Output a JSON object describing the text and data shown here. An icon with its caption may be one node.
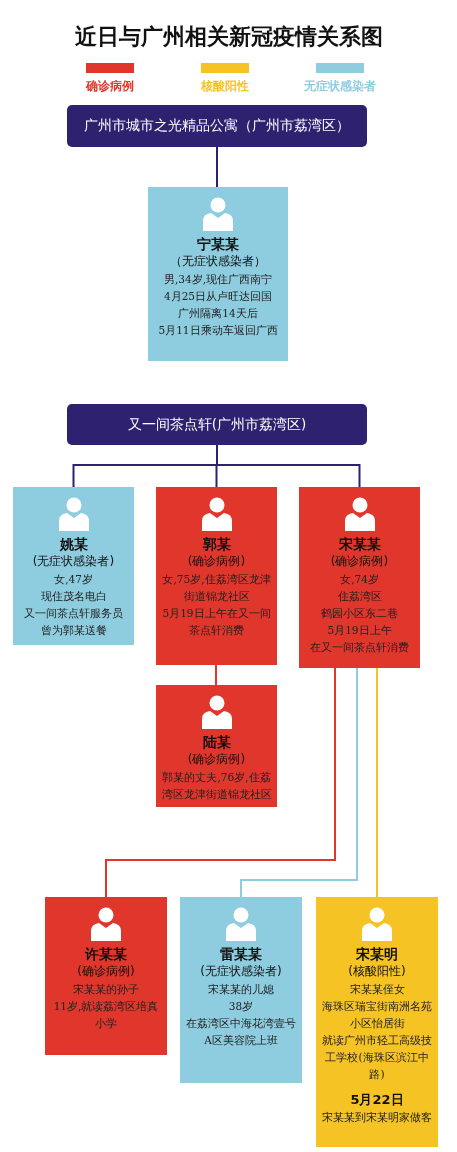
{
  "diagram": {
    "title": "近日与广州相关新冠疫情关系图",
    "nodes": [
      {
        "text": [
          "广州市城市之光精品公寓（广州市荔湾区）"
        ]
      },
      {
        "text": [
          "宁某某",
          "（无症状感染者）",
          "男,34岁,现住广西南宁",
          "4月25日从卢旺达回国",
          "广州隔离14天后",
          "5月11日乘动车返回广西"
        ]
      },
      {
        "text": [
          "又一间茶点轩(广州市荔湾区)"
        ]
      },
      {
        "text": [
          "姚某",
          "(无症状感染者)",
          "女,47岁",
          "现住茂名电白",
          "又一间茶点轩服务员",
          "曾为郭某送餐"
        ]
      },
      {
        "text": [
          "郭某",
          "(确诊病例)",
          "女,75岁,住荔湾区龙津街道锦龙社区",
          "5月19日上午在又一间茶点轩消费"
        ]
      },
      {
        "text": [
          "宋某某",
          "(确诊病例)",
          "女,74岁",
          "住荔湾区",
          "鹤园小区东二巷",
          "5月19日上午",
          "在又一间茶点轩消费"
        ]
      },
      {
        "text": [
          "陆某",
          "(确诊病例)",
          "郭某的丈夫,76岁,住荔湾区龙津街道锦龙社区"
        ]
      },
      {
        "text": [
          "许某某",
          "(确诊病例)",
          "宋某某的孙子",
          "11岁,就读荔湾区培真小学"
        ]
      },
      {
        "text": [
          "雷某某",
          "(无症状感染者)",
          "宋某某的儿媳",
          "38岁",
          "在荔湾区中海花湾壹号A区美容院上班"
        ]
      },
      {
        "text": [
          "宋某明",
          "(核酸阳性)",
          "宋某某侄女",
          "海珠区瑞宝街南洲名苑小区怡居街",
          "就读广州市轻工高级技工学校(海珠区滨江中路)",
          "5月22日",
          "宋某某到宋某明家做客"
        ]
      }
    ],
    "edges": [
      {
        "from": 0,
        "to": 1,
        "arrow": "none"
      },
      {
        "from": 2,
        "to": 3,
        "arrow": "none"
      },
      {
        "from": 2,
        "to": 4,
        "arrow": "none"
      },
      {
        "from": 2,
        "to": 5,
        "arrow": "none"
      },
      {
        "from": 4,
        "to": 6,
        "arrow": "none",
        "color": "#e0362c"
      },
      {
        "from": 5,
        "to": 7,
        "arrow": "none",
        "color": "#e0362c"
      },
      {
        "from": 5,
        "to": 8,
        "arrow": "none",
        "color": "#8ecde0"
      },
      {
        "from": 5,
        "to": 9,
        "arrow": "none",
        "color": "#f5c324"
      }
    ],
    "legend": [
      {
        "text": "确诊病例",
        "color": "#e0362c"
      },
      {
        "text": "核酸阳性",
        "color": "#f5c324"
      },
      {
        "text": "无症状感染者",
        "color": "#8ecde0"
      }
    ]
  }
}
